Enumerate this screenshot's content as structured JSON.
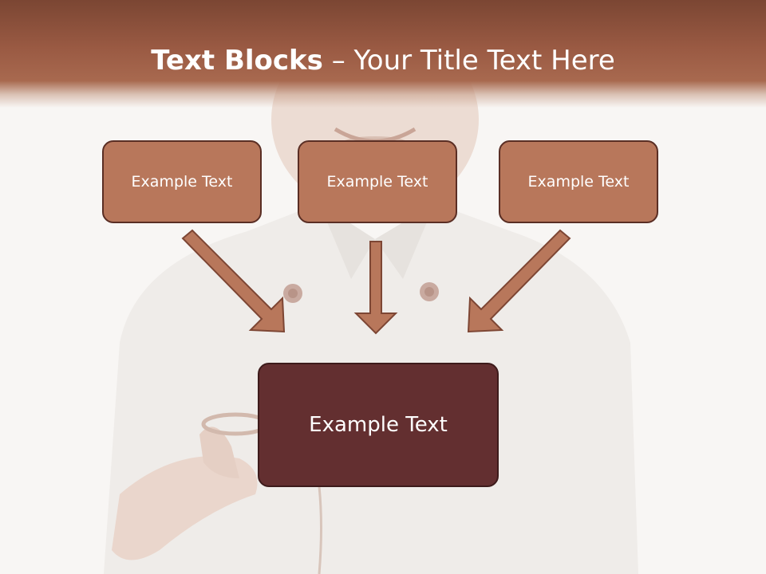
{
  "title": {
    "bold": "Text Blocks",
    "dash": " – ",
    "rest": "Your Title Text Here"
  },
  "boxes": {
    "top_left": "Example Text",
    "top_center": "Example Text",
    "top_right": "Example Text",
    "bottom": "Example Text"
  },
  "colors": {
    "header": "#9a5a43",
    "box_fill": "#b8775b",
    "box_border": "#5a2e24",
    "main_box_fill": "#632f30",
    "arrow_fill": "#b8775b"
  }
}
